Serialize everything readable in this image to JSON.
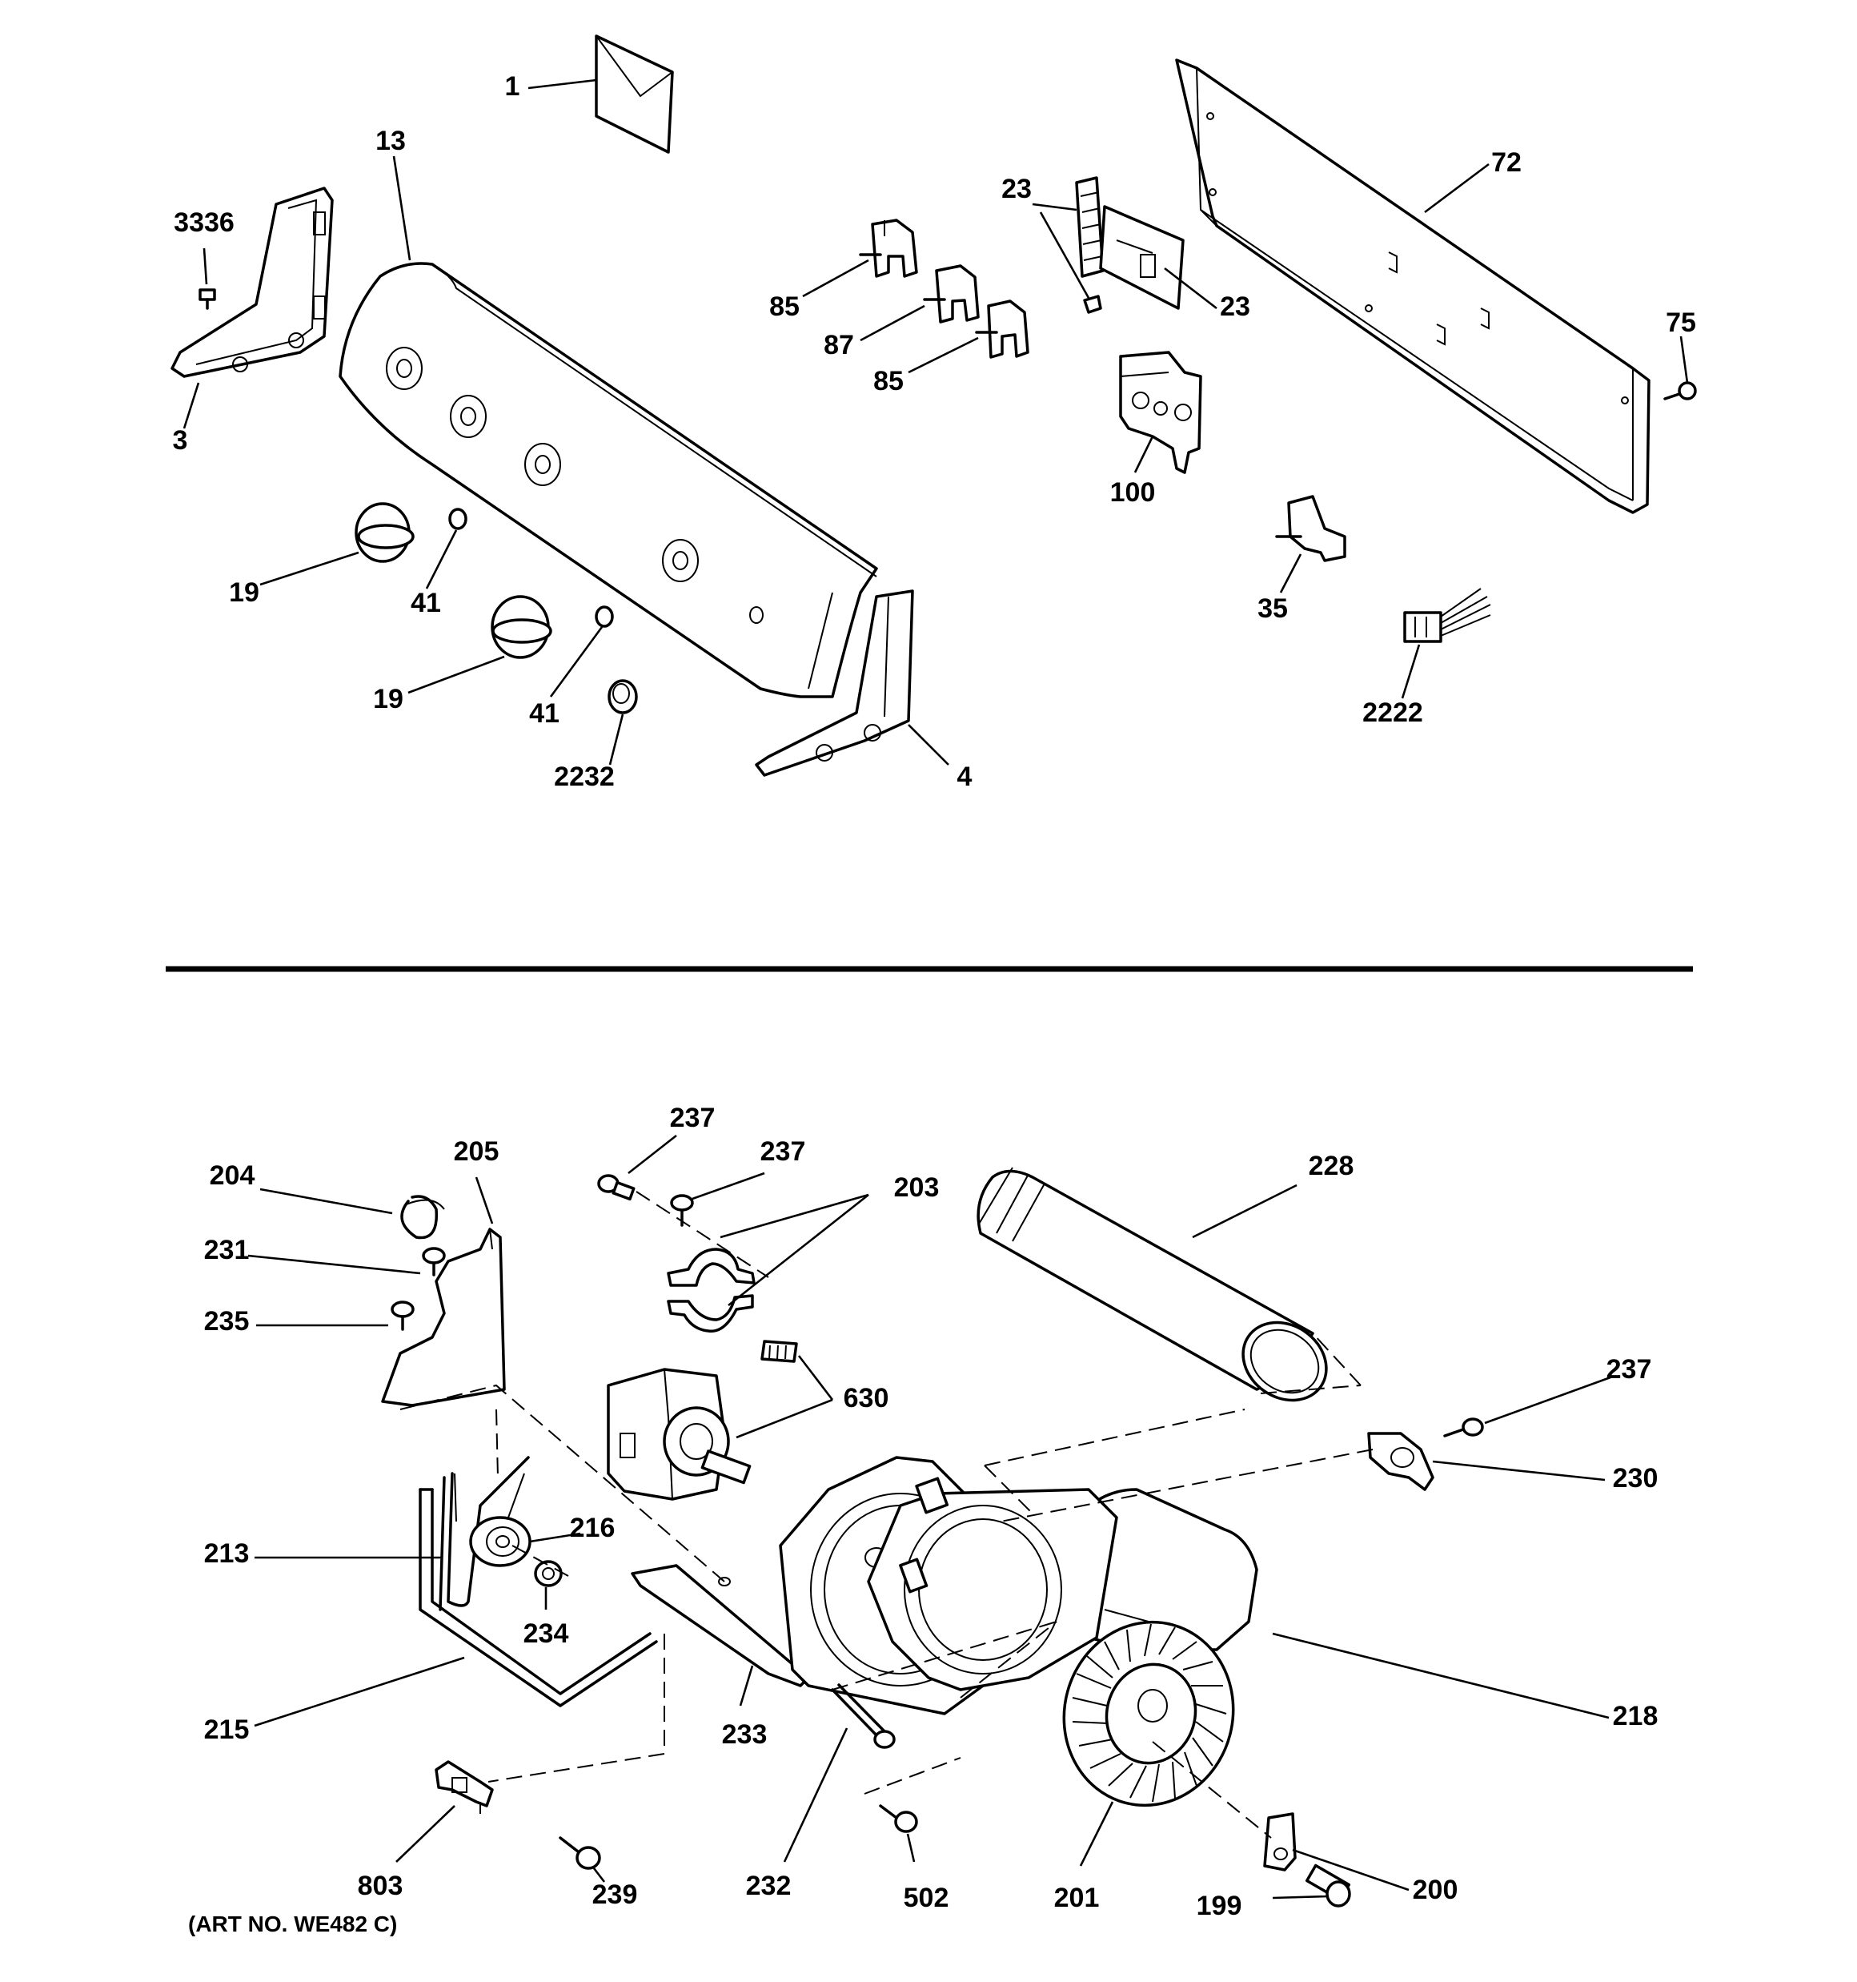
{
  "art_number": "(ART NO. WE482 C)",
  "callouts": [
    {
      "id": "c1",
      "text": "1"
    },
    {
      "id": "c13",
      "text": "13"
    },
    {
      "id": "c3336",
      "text": "3336"
    },
    {
      "id": "c3",
      "text": "3"
    },
    {
      "id": "c19a",
      "text": "19"
    },
    {
      "id": "c41a",
      "text": "41"
    },
    {
      "id": "c19b",
      "text": "19"
    },
    {
      "id": "c41b",
      "text": "41"
    },
    {
      "id": "c2232",
      "text": "2232"
    },
    {
      "id": "c4",
      "text": "4"
    },
    {
      "id": "c85a",
      "text": "85"
    },
    {
      "id": "c87",
      "text": "87"
    },
    {
      "id": "c85b",
      "text": "85"
    },
    {
      "id": "c23a",
      "text": "23"
    },
    {
      "id": "c23b",
      "text": "23"
    },
    {
      "id": "c100",
      "text": "100"
    },
    {
      "id": "c72",
      "text": "72"
    },
    {
      "id": "c75",
      "text": "75"
    },
    {
      "id": "c35",
      "text": "35"
    },
    {
      "id": "c2222",
      "text": "2222"
    },
    {
      "id": "c204",
      "text": "204"
    },
    {
      "id": "c205",
      "text": "205"
    },
    {
      "id": "c231",
      "text": "231"
    },
    {
      "id": "c235",
      "text": "235"
    },
    {
      "id": "c237a",
      "text": "237"
    },
    {
      "id": "c237b",
      "text": "237"
    },
    {
      "id": "c203",
      "text": "203"
    },
    {
      "id": "c228",
      "text": "228"
    },
    {
      "id": "c630",
      "text": "630"
    },
    {
      "id": "c237c",
      "text": "237"
    },
    {
      "id": "c230",
      "text": "230"
    },
    {
      "id": "c213",
      "text": "213"
    },
    {
      "id": "c216",
      "text": "216"
    },
    {
      "id": "c234",
      "text": "234"
    },
    {
      "id": "c215",
      "text": "215"
    },
    {
      "id": "c233",
      "text": "233"
    },
    {
      "id": "c218",
      "text": "218"
    },
    {
      "id": "c803",
      "text": "803"
    },
    {
      "id": "c239",
      "text": "239"
    },
    {
      "id": "c232",
      "text": "232"
    },
    {
      "id": "c502",
      "text": "502"
    },
    {
      "id": "c201",
      "text": "201"
    },
    {
      "id": "c200",
      "text": "200"
    },
    {
      "id": "c199",
      "text": "199"
    }
  ]
}
